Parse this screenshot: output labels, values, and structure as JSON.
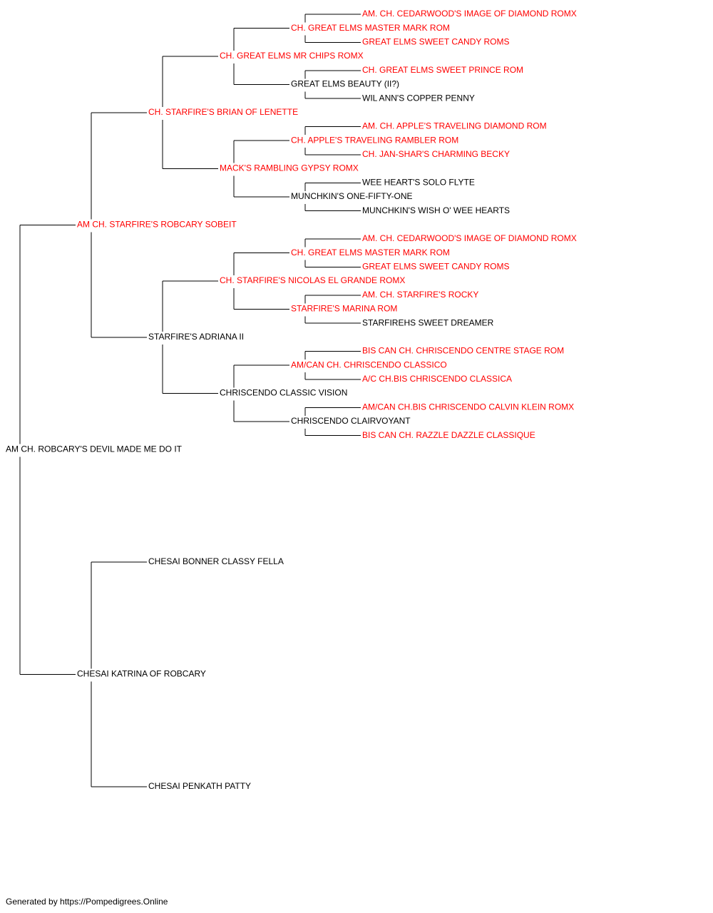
{
  "colors": {
    "titled": "#ff0000",
    "untitled": "#000000",
    "line": "#000000"
  },
  "pedigree": {
    "name": "AM CH. ROBCARY'S DEVIL MADE ME DO IT",
    "titled": false,
    "sire": {
      "name": "AM CH. STARFIRE'S ROBCARY SOBEIT",
      "titled": true,
      "sire": {
        "name": "CH. STARFIRE'S BRIAN OF LENETTE",
        "titled": true,
        "sire": {
          "name": "CH. GREAT ELMS MR CHIPS ROMX",
          "titled": true,
          "sire": {
            "name": "CH. GREAT ELMS MASTER MARK ROM",
            "titled": true,
            "sire": {
              "name": "AM. CH. CEDARWOOD'S IMAGE OF DIAMOND ROMX",
              "titled": true
            },
            "dam": {
              "name": "GREAT ELMS SWEET CANDY ROMS",
              "titled": true
            }
          },
          "dam": {
            "name": "GREAT ELMS BEAUTY (II?)",
            "titled": false,
            "sire": {
              "name": "CH. GREAT ELMS SWEET PRINCE ROM",
              "titled": true
            },
            "dam": {
              "name": "WIL ANN'S COPPER PENNY",
              "titled": false
            }
          }
        },
        "dam": {
          "name": "MACK'S RAMBLING GYPSY ROMX",
          "titled": true,
          "sire": {
            "name": "CH. APPLE'S TRAVELING RAMBLER ROM",
            "titled": true,
            "sire": {
              "name": "AM. CH. APPLE'S TRAVELING DIAMOND ROM",
              "titled": true
            },
            "dam": {
              "name": "CH. JAN-SHAR'S CHARMING BECKY",
              "titled": true
            }
          },
          "dam": {
            "name": "MUNCHKIN'S ONE-FIFTY-ONE",
            "titled": false,
            "sire": {
              "name": "WEE HEART'S SOLO FLYTE",
              "titled": false
            },
            "dam": {
              "name": "MUNCHKIN'S WISH O' WEE HEARTS",
              "titled": false
            }
          }
        }
      },
      "dam": {
        "name": "STARFIRE'S ADRIANA II",
        "titled": false,
        "sire": {
          "name": "CH. STARFIRE'S NICOLAS EL GRANDE ROMX",
          "titled": true,
          "sire": {
            "name": "CH. GREAT ELMS MASTER MARK ROM",
            "titled": true,
            "sire": {
              "name": "AM. CH. CEDARWOOD'S IMAGE OF DIAMOND ROMX",
              "titled": true
            },
            "dam": {
              "name": "GREAT ELMS SWEET CANDY ROMS",
              "titled": true
            }
          },
          "dam": {
            "name": "STARFIRE'S MARINA ROM",
            "titled": true,
            "sire": {
              "name": "AM. CH. STARFIRE'S ROCKY",
              "titled": true
            },
            "dam": {
              "name": "STARFIREHS SWEET DREAMER",
              "titled": false
            }
          }
        },
        "dam": {
          "name": "CHRISCENDO CLASSIC VISION",
          "titled": false,
          "sire": {
            "name": "AM/CAN CH. CHRISCENDO CLASSICO",
            "titled": true,
            "sire": {
              "name": "BIS CAN CH. CHRISCENDO CENTRE STAGE ROM",
              "titled": true
            },
            "dam": {
              "name": "A/C CH.BIS CHRISCENDO CLASSICA",
              "titled": true
            }
          },
          "dam": {
            "name": "CHRISCENDO CLAIRVOYANT",
            "titled": false,
            "sire": {
              "name": "AM/CAN CH.BIS CHRISCENDO CALVIN KLEIN ROMX",
              "titled": true
            },
            "dam": {
              "name": "BIS CAN CH. RAZZLE DAZZLE CLASSIQUE",
              "titled": true
            }
          }
        }
      }
    },
    "dam": {
      "name": "CHESAI KATRINA OF ROBCARY",
      "titled": false,
      "sire": {
        "name": "CHESAI BONNER CLASSY FELLA",
        "titled": false
      },
      "dam": {
        "name": "CHESAI PENKATH PATTY",
        "titled": false
      }
    }
  },
  "footer": {
    "text": "Generated by https://Pompedigrees.Online"
  }
}
